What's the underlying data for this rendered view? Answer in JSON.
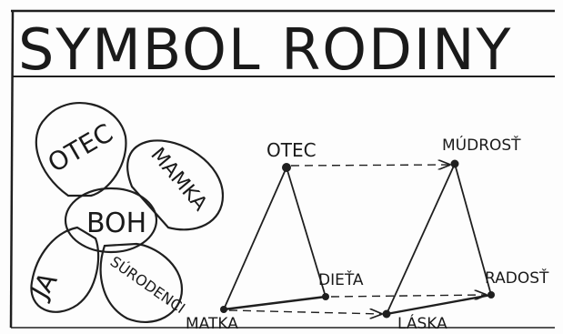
{
  "title": "SYMBOL RODINY",
  "flower": {
    "center": "BOH",
    "petals": [
      "OTEC",
      "MAMKA",
      "JA",
      "SÚRODENCI"
    ]
  },
  "triangles": {
    "nodes": {
      "otec": "OTEC",
      "mudrost": "MÚDROSŤ",
      "dieta": "DIEŤA",
      "radost": "RADOSŤ",
      "matka": "MATKA",
      "laska": "LÁSKA"
    }
  },
  "colors": {
    "ink": "#1f1f1f",
    "paper": "#fdfdfd"
  }
}
